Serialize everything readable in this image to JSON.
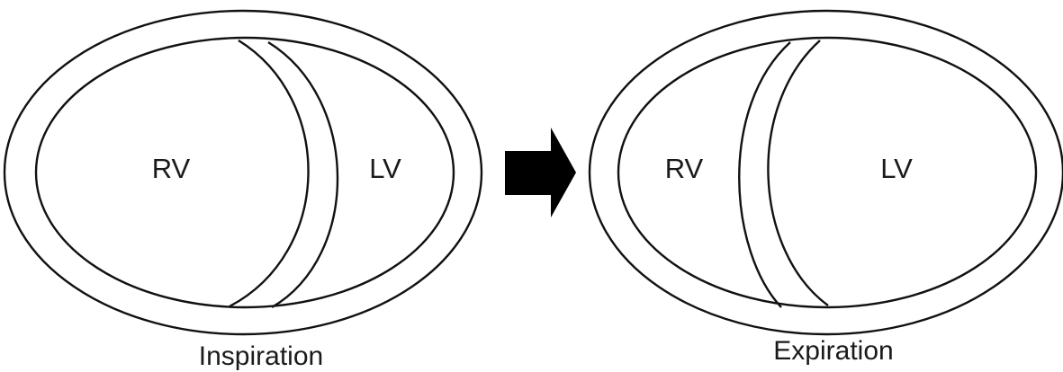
{
  "panels": [
    {
      "caption": "Inspiration",
      "right_chamber_label": "RV",
      "left_chamber_label": "LV"
    },
    {
      "caption": "Expiration",
      "right_chamber_label": "RV",
      "left_chamber_label": "LV"
    }
  ],
  "arrow": {
    "icon": "right-arrow-icon",
    "color": "#000000"
  }
}
